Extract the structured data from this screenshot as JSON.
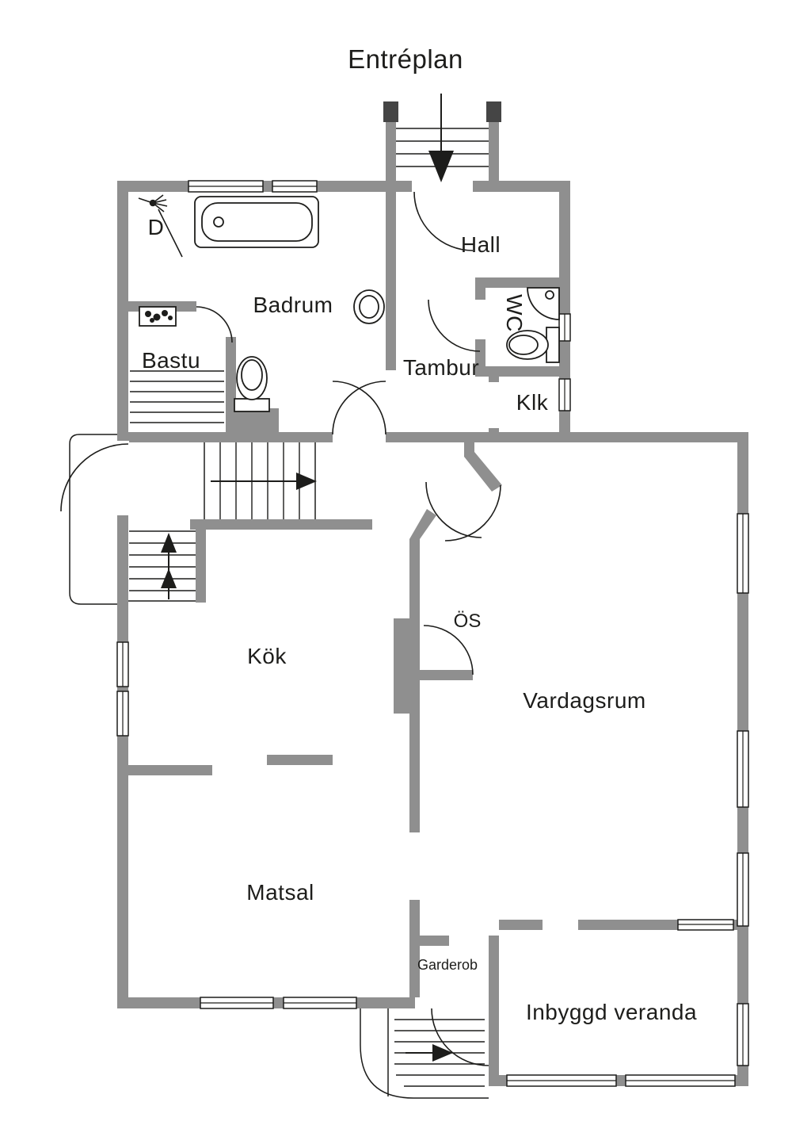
{
  "title": "Entréplan",
  "rooms": {
    "hall": "Hall",
    "badrum": "Badrum",
    "bastu": "Bastu",
    "tambur": "Tambur",
    "wc": "WC",
    "klk": "Klk",
    "kok": "Kök",
    "os": "ÖS",
    "vardagsrum": "Vardagsrum",
    "matsal": "Matsal",
    "garderob": "Garderob",
    "veranda": "Inbyggd veranda",
    "shower": "D"
  },
  "colors": {
    "wall": "#8f8f8f",
    "line": "#1d1d1b",
    "post": "#454545",
    "background": "#ffffff"
  }
}
